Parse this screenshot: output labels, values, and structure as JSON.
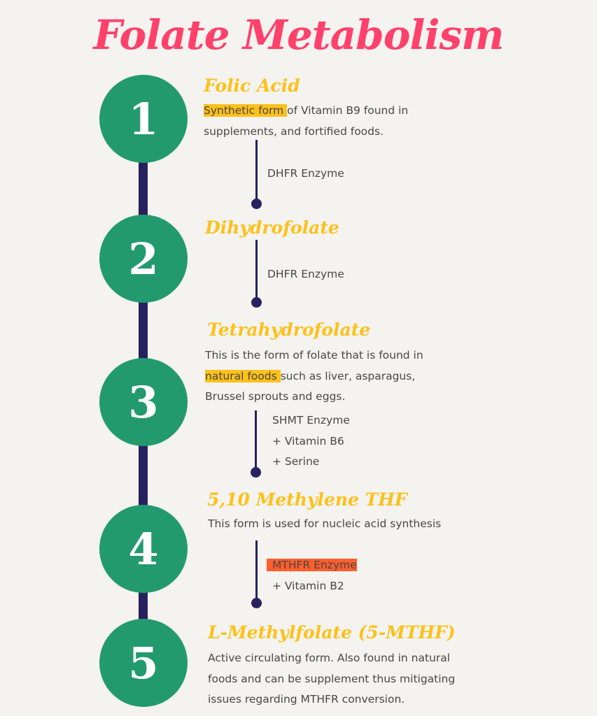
{
  "title": "Folate Metabolism",
  "colors": {
    "background": "#f4f3ef",
    "title": "#ff416b",
    "step_title": "#fdc11a",
    "circle": "#239a6e",
    "spine": "#27225f",
    "highlight_yellow": "#fdc11a",
    "highlight_orange": "#ff5e2d",
    "body_text": "#4a4644"
  },
  "steps": [
    {
      "number": "1",
      "title": "Folic Acid",
      "desc_highlight": "Synthetic form ",
      "desc_rest_line1": "of Vitamin B9 found in",
      "desc_line2": "supplements, and fortified foods.",
      "connector": [
        "DHFR Enzyme"
      ]
    },
    {
      "number": "2",
      "title": "Dihydrofolate",
      "connector": [
        "DHFR Enzyme"
      ]
    },
    {
      "number": "3",
      "title": "Tetrahydrofolate",
      "desc_line1": "This is the form of folate that is found in",
      "desc_highlight": "natural foods ",
      "desc_rest_line2": "such as liver, asparagus,",
      "desc_line3": "Brussel sprouts and eggs.",
      "connector": [
        "SHMT Enzyme",
        "+ Vitamin B6",
        "+ Serine"
      ]
    },
    {
      "number": "4",
      "title": "5,10 Methylene THF",
      "desc_line1": "This form is used for nucleic acid synthesis",
      "connector_highlight": "MTHFR Enzyme",
      "connector": [
        "+ Vitamin B2"
      ]
    },
    {
      "number": "5",
      "title": "L-Methylfolate (5-MTHF)",
      "desc_line1": "Active circulating form. Also found in natural",
      "desc_line2": "foods and can be supplement thus mitigating",
      "desc_line3": "issues regarding MTHFR conversion."
    }
  ]
}
